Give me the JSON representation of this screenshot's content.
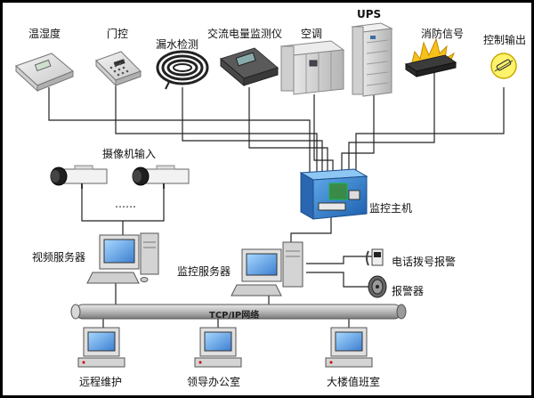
{
  "sensors": {
    "temp_humidity": "温湿度",
    "door_control": "门控",
    "water_leak": "漏水检测",
    "ac_power_meter": "交流电量监测仪",
    "air_conditioner": "空调",
    "ups": "UPS",
    "fire_signal": "消防信号",
    "control_output": "控制输出"
  },
  "cameras": {
    "label": "摄像机输入",
    "ellipsis": "……"
  },
  "hub": {
    "label": "监控主机"
  },
  "servers": {
    "video_server": "视频服务器",
    "monitor_server": "监控服务器"
  },
  "alarms": {
    "phone_dialer": "电话拨号报警",
    "siren": "报警器"
  },
  "network": {
    "bus_label": "TCP/IP网络"
  },
  "clients": {
    "remote_maintenance": "远程维护",
    "leadership_office": "领导办公室",
    "duty_room": "大楼值班室"
  }
}
